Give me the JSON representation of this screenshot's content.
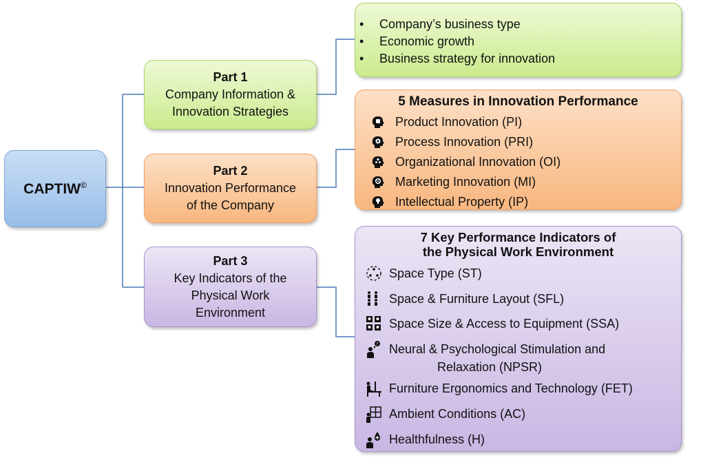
{
  "root": {
    "label": "CAPTIW",
    "sup": "©"
  },
  "parts": [
    {
      "title": "Part 1",
      "desc1": "Company Information &",
      "desc2": "Innovation Strategies"
    },
    {
      "title": "Part  2",
      "desc1": "Innovation Performance",
      "desc2": "of the Company"
    },
    {
      "title": "Part  3",
      "desc1": "Key Indicators of the",
      "desc2": "Physical Work",
      "desc3": "Environment"
    }
  ],
  "part1_details": {
    "bullet": "•",
    "items": [
      "Company’s business type",
      "Economic growth",
      "Business strategy for innovation"
    ]
  },
  "measures": {
    "title": "5 Measures in Innovation Performance",
    "items": [
      {
        "label": "Product Innovation (PI)",
        "icon": "head-product-icon"
      },
      {
        "label": "Process Innovation (PRI)",
        "icon": "head-gear-icon"
      },
      {
        "label": "Organizational Innovation (OI)",
        "icon": "head-people-icon"
      },
      {
        "label": "Marketing Innovation (MI)",
        "icon": "head-target-icon"
      },
      {
        "label": "Intellectual Property (IP)",
        "icon": "head-bulb-icon"
      }
    ]
  },
  "kpis": {
    "title_line1": "7 Key Performance Indicators of",
    "title_line2": "the Physical Work Environment",
    "items": [
      {
        "label": "Space Type (ST)",
        "icon": "space-type-icon"
      },
      {
        "label": "Space & Furniture Layout (SFL)",
        "icon": "furniture-layout-icon"
      },
      {
        "label": "Space Size & Access to Equipment (SSA)",
        "icon": "space-size-icon"
      },
      {
        "label": "Neural & Psychological Stimulation and",
        "label2": "Relaxation (NPSR)",
        "icon": "thinking-person-icon"
      },
      {
        "label": "Furniture Ergonomics and Technology (FET)",
        "icon": "desk-computer-icon"
      },
      {
        "label": "Ambient Conditions (AC)",
        "icon": "window-light-icon"
      },
      {
        "label": "Healthfulness (H)",
        "icon": "health-person-icon"
      }
    ]
  },
  "colors": {
    "connector": "#4a78b5",
    "root": "#a9c9ee",
    "green": "#d7f0a8",
    "orange": "#fac59a",
    "purple": "#d8cbec"
  }
}
